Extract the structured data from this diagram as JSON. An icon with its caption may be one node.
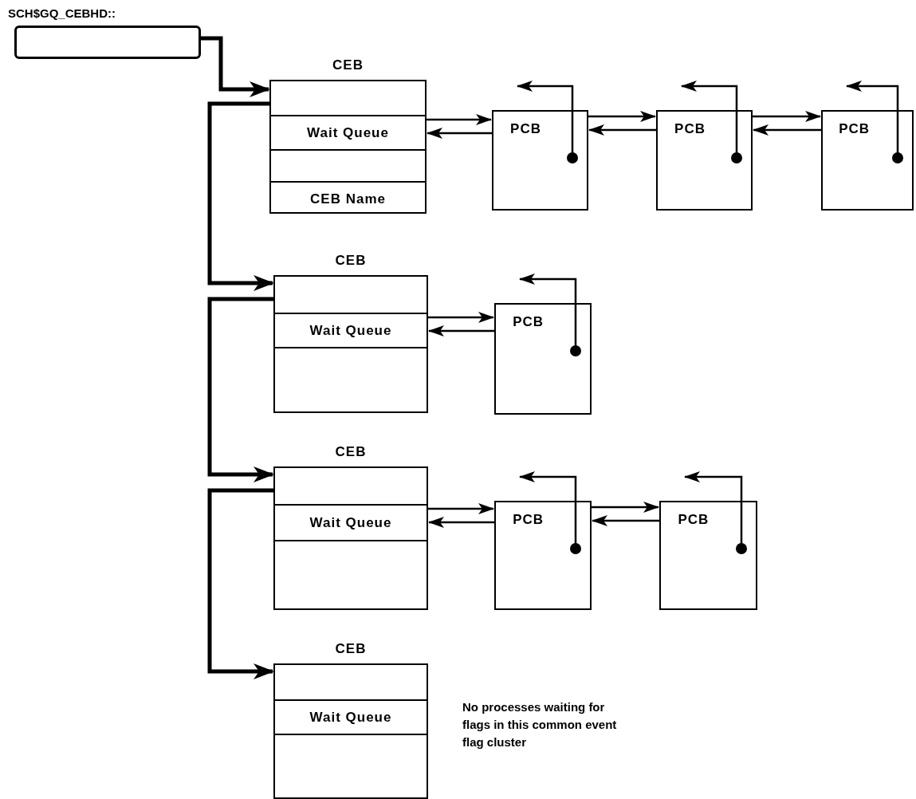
{
  "diagram": {
    "nodes": [
      {
        "text": [
          "SCH$GQ_CEBHD::"
        ]
      },
      {
        "text": [
          "CEB"
        ]
      },
      {
        "text": [
          "Wait Queue"
        ],
        "in": 1
      },
      {
        "text": [
          "CEB Name"
        ],
        "in": 1
      },
      {
        "text": [
          "PCB"
        ]
      },
      {
        "text": [
          "PCB"
        ]
      },
      {
        "text": [
          "PCB"
        ]
      },
      {
        "text": [
          "CEB"
        ]
      },
      {
        "text": [
          "Wait Queue"
        ],
        "in": 7
      },
      {
        "text": [
          "PCB"
        ]
      },
      {
        "text": [
          "CEB"
        ]
      },
      {
        "text": [
          "Wait Queue"
        ],
        "in": 10
      },
      {
        "text": [
          "PCB"
        ]
      },
      {
        "text": [
          "PCB"
        ]
      },
      {
        "text": [
          "CEB"
        ]
      },
      {
        "text": [
          "Wait Queue"
        ],
        "in": 14
      }
    ],
    "edges": [
      {
        "from": 0,
        "to": 1,
        "arrow": "to",
        "style": "thick"
      },
      {
        "from": 1,
        "to": 7,
        "arrow": "to",
        "style": "thick"
      },
      {
        "from": 7,
        "to": 10,
        "arrow": "to",
        "style": "thick"
      },
      {
        "from": 10,
        "to": 14,
        "arrow": "to",
        "style": "thick"
      },
      {
        "from": 2,
        "to": 4,
        "arrow": "to"
      },
      {
        "from": 4,
        "to": 2,
        "arrow": "to"
      },
      {
        "from": 4,
        "to": 5,
        "arrow": "to"
      },
      {
        "from": 5,
        "to": 4,
        "arrow": "to"
      },
      {
        "from": 5,
        "to": 6,
        "arrow": "to"
      },
      {
        "from": 6,
        "to": 5,
        "arrow": "to"
      },
      {
        "from": 8,
        "to": 9,
        "arrow": "to"
      },
      {
        "from": 9,
        "to": 8,
        "arrow": "to"
      },
      {
        "from": 11,
        "to": 12,
        "arrow": "to"
      },
      {
        "from": 12,
        "to": 11,
        "arrow": "to"
      },
      {
        "from": 12,
        "to": 13,
        "arrow": "to"
      },
      {
        "from": 13,
        "to": 12,
        "arrow": "to"
      },
      {
        "from": 4,
        "to": null,
        "arrow": "to"
      },
      {
        "from": 5,
        "to": null,
        "arrow": "to"
      },
      {
        "from": 6,
        "to": null,
        "arrow": "to"
      },
      {
        "from": 9,
        "to": null,
        "arrow": "to"
      },
      {
        "from": 12,
        "to": null,
        "arrow": "to"
      },
      {
        "from": 13,
        "to": null,
        "arrow": "to"
      }
    ],
    "labels": [
      "No processes waiting for flags in this common event flag cluster"
    ]
  }
}
